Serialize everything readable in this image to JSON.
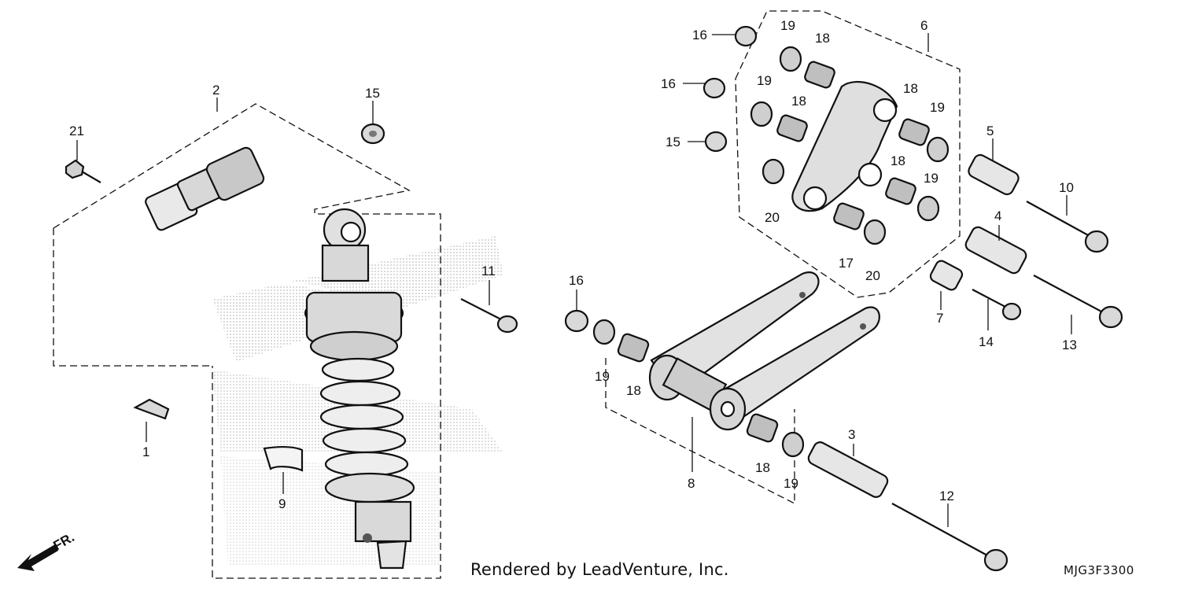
{
  "credit": "Rendered by LeadVenture, Inc.",
  "diagram_code": "MJG3F3300",
  "front_arrow_label": "FR.",
  "callouts": {
    "c1": "1",
    "c2": "2",
    "c3": "3",
    "c4": "4",
    "c5": "5",
    "c6": "6",
    "c7": "7",
    "c8": "8",
    "c9": "9",
    "c10": "10",
    "c11": "11",
    "c12": "12",
    "c13": "13",
    "c14": "14",
    "c15a": "15",
    "c15b": "15",
    "c16a": "16",
    "c16b": "16",
    "c16c": "16",
    "c17": "17",
    "c18a": "18",
    "c18b": "18",
    "c18c": "18",
    "c18d": "18",
    "c18e": "18",
    "c18f": "18",
    "c19a": "19",
    "c19b": "19",
    "c19c": "19",
    "c19d": "19",
    "c19e": "19",
    "c19f": "19",
    "c20a": "20",
    "c20b": "20",
    "c21": "21"
  },
  "colors": {
    "line": "#111111",
    "fill_light": "#e9e9e9",
    "fill_mid": "#bdbdbd",
    "shade": "#9a9a9a"
  }
}
